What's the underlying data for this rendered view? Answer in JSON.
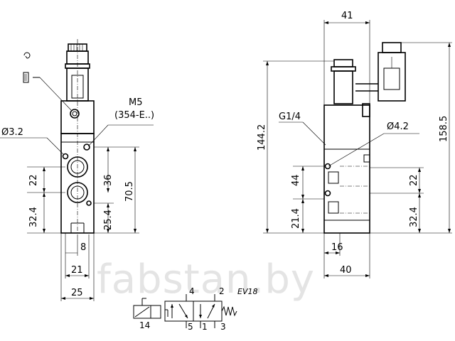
{
  "watermark": "fabstan.by",
  "front_view": {
    "dims": {
      "d1": "Ø3.2",
      "d2": "M5",
      "d3": "(354-E..)",
      "d4": "22",
      "d5": "32.4",
      "d6": "36",
      "d7": "70.5",
      "d8": "25.4",
      "d9": "8",
      "d10": "21",
      "d11": "25"
    }
  },
  "side_view": {
    "dims": {
      "d1": "41",
      "d2": "144.2",
      "d3": "158.5",
      "d4": "G1/4",
      "d5": "Ø4.2",
      "d6": "44",
      "d7": "21.4",
      "d8": "22",
      "d9": "32.4",
      "d10": "16",
      "d11": "40"
    }
  },
  "symbol": {
    "code": "EV18",
    "ports": {
      "p14": "14",
      "p4": "4",
      "p2": "2",
      "p5": "5",
      "p1": "1",
      "p3": "3"
    }
  }
}
